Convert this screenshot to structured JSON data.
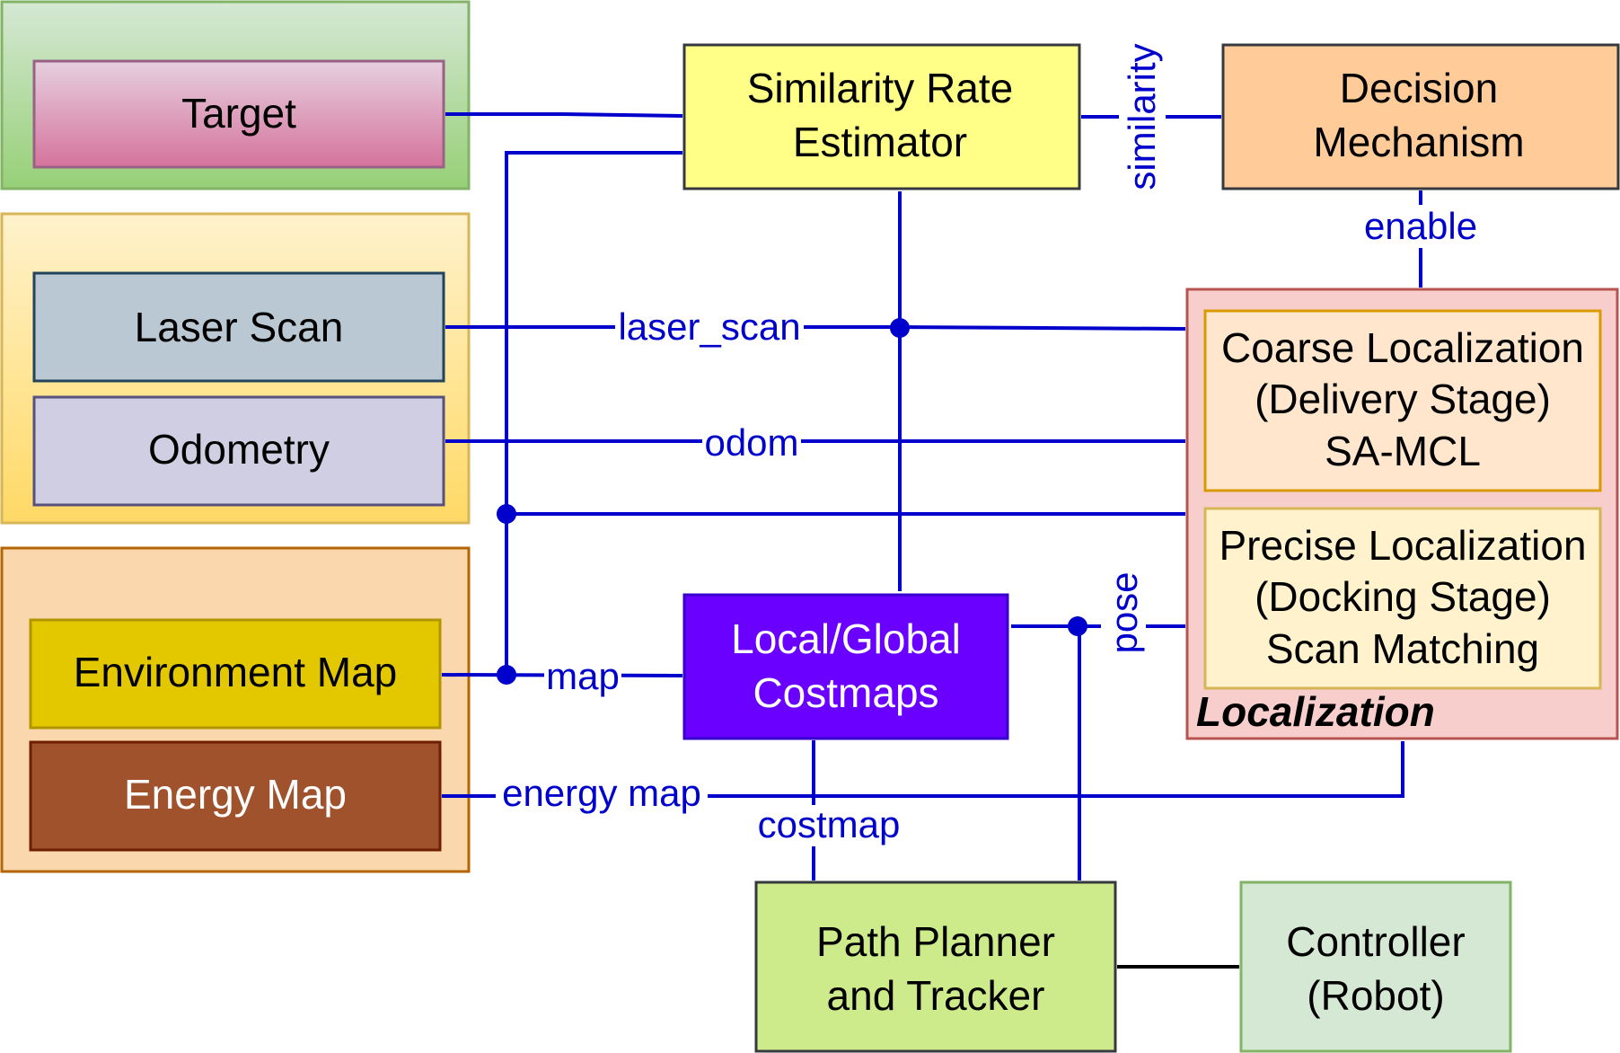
{
  "nodes": {
    "target": "Target",
    "laser_scan": "Laser Scan",
    "odometry": "Odometry",
    "environment_map": "Environment Map",
    "energy_map": "Energy Map",
    "similarity_estimator": [
      "Similarity Rate",
      "Estimator"
    ],
    "decision_mechanism": [
      "Decision",
      "Mechanism"
    ],
    "coarse_localization": [
      "Coarse Localization",
      "(Delivery Stage)",
      "SA-MCL"
    ],
    "precise_localization": [
      "Precise Localization",
      "(Docking Stage)",
      "Scan Matching"
    ],
    "localization_group": "Localization",
    "costmaps": [
      "Local/Global",
      "Costmaps"
    ],
    "path_planner": [
      "Path Planner",
      "and Tracker"
    ],
    "controller": [
      "Controller",
      "(Robot)"
    ]
  },
  "edge_labels": {
    "similarity": "similarity",
    "enable": "enable",
    "laser_scan": "laser_scan",
    "odom": "odom",
    "map": "map",
    "pose": "pose",
    "energy_map": "energy map",
    "costmap": "costmap"
  },
  "colors": {
    "edge": "#0000cc",
    "target_group": "#a9d18e",
    "sensor_group": "#ffe699",
    "map_group": "#f8d7a8",
    "target": "#d98cae",
    "laser_scan": "#bac8d3",
    "odometry": "#d0cee2",
    "environment_map": "#e3c800",
    "energy_map": "#a0522d",
    "similarity_estimator": "#ffff88",
    "decision_mechanism": "#ffcc99",
    "localization_group": "#f8cecc",
    "coarse_localization": "#ffe6cc",
    "precise_localization": "#fff2cc",
    "costmaps": "#6a00ff",
    "path_planner": "#cdeb8b",
    "controller": "#d5e8d4"
  }
}
